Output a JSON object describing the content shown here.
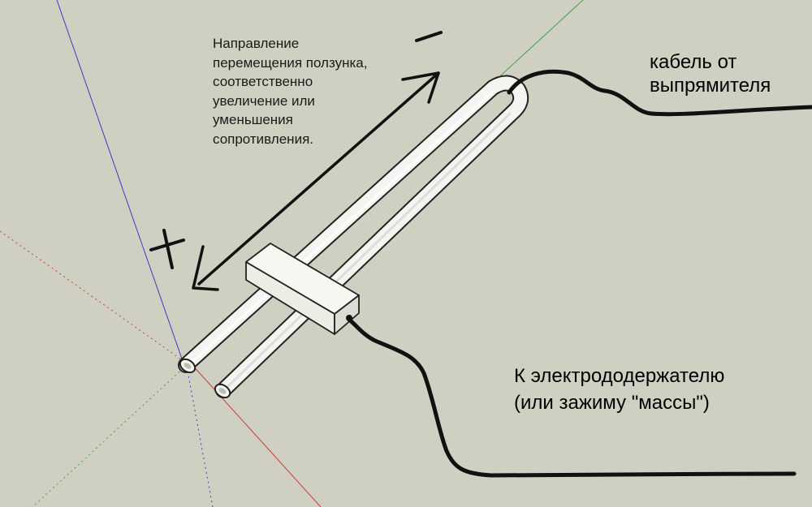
{
  "annotations": {
    "direction_note": [
      "Направление",
      "перемещения ползунка,",
      "соответственно",
      "увеличение или",
      "уменьшения",
      "сопротивления."
    ],
    "cable_from_rectifier": [
      "кабель от",
      "выпрямителя"
    ],
    "to_electrode_holder": [
      "К электрододержателю",
      "(или зажиму \"массы\")"
    ]
  },
  "symbols": {
    "minus": "−",
    "plus": "+"
  },
  "colors": {
    "background": "#d0d0c2",
    "axis_blue": "#3b3bc8",
    "axis_green": "#3fa03f",
    "axis_red": "#c83a3a",
    "wire": "#111111",
    "rod_fill": "#f4f4f0",
    "rod_outline": "#222222"
  }
}
